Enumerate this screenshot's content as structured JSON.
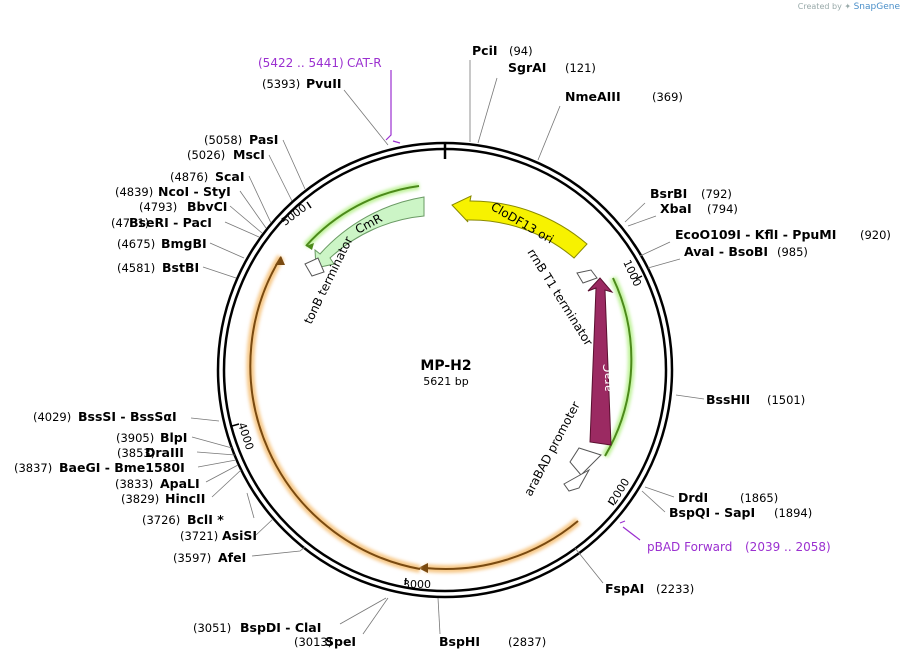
{
  "credit": {
    "prefix": "Created by",
    "brand": "SnapGene"
  },
  "plasmid": {
    "name": "MP-H2",
    "size_label": "5621 bp"
  },
  "ticks": [
    "1000",
    "2000",
    "3000",
    "4000",
    "5000"
  ],
  "features": {
    "clodf13": "CloDF13 ori",
    "arac": "araC",
    "cmr": "CmR",
    "rrnb": "rrnB T1 terminator",
    "aarabad": "araBAD promoter",
    "tonb": "tonB terminator"
  },
  "primers": [
    {
      "name": "CAT-R",
      "range": "(5422 .. 5441)"
    },
    {
      "name": "pBAD Forward",
      "range": "(2039 .. 2058)"
    }
  ],
  "enzymes": [
    {
      "name": "PciI",
      "pos": "(94)"
    },
    {
      "name": "SgrAI",
      "pos": "(121)"
    },
    {
      "name": "NmeAIII",
      "pos": "(369)"
    },
    {
      "name": "BsrBI",
      "pos": "(792)"
    },
    {
      "name": "XbaI",
      "pos": "(794)"
    },
    {
      "name": "EcoO109I - KflI - PpuMI",
      "pos": "(920)"
    },
    {
      "name": "AvaI - BsoBI",
      "pos": "(985)"
    },
    {
      "name": "BssHII",
      "pos": "(1501)"
    },
    {
      "name": "DrdI",
      "pos": "(1865)"
    },
    {
      "name": "BspQI - SapI",
      "pos": "(1894)"
    },
    {
      "name": "FspAI",
      "pos": "(2233)"
    },
    {
      "name": "BspHI",
      "pos": "(2837)"
    },
    {
      "name": "SpeI",
      "pos": "(3013)"
    },
    {
      "name": "BspDI - ClaI",
      "pos": "(3051)"
    },
    {
      "name": "AfeI",
      "pos": "(3597)"
    },
    {
      "name": "AsiSI",
      "pos": "(3721)"
    },
    {
      "name": "BclI *",
      "pos": "(3726)"
    },
    {
      "name": "HincII",
      "pos": "(3829)"
    },
    {
      "name": "ApaLI",
      "pos": "(3833)"
    },
    {
      "name": "BaeGI - Bme1580I",
      "pos": "(3837)"
    },
    {
      "name": "DraIII",
      "pos": "(3853)"
    },
    {
      "name": "BlpI",
      "pos": "(3905)"
    },
    {
      "name": "BssSI - BssSαI",
      "pos": "(4029)"
    },
    {
      "name": "BstBI",
      "pos": "(4581)"
    },
    {
      "name": "BmgBI",
      "pos": "(4675)"
    },
    {
      "name": "BseRI - PacI",
      "pos": "(4781)"
    },
    {
      "name": "BbvCI",
      "pos": "(4793)"
    },
    {
      "name": "NcoI - StyI",
      "pos": "(4839)"
    },
    {
      "name": "ScaI",
      "pos": "(4876)"
    },
    {
      "name": "MscI",
      "pos": "(5026)"
    },
    {
      "name": "PasI",
      "pos": "(5058)"
    },
    {
      "name": "PvuII",
      "pos": "(5393)"
    }
  ]
}
